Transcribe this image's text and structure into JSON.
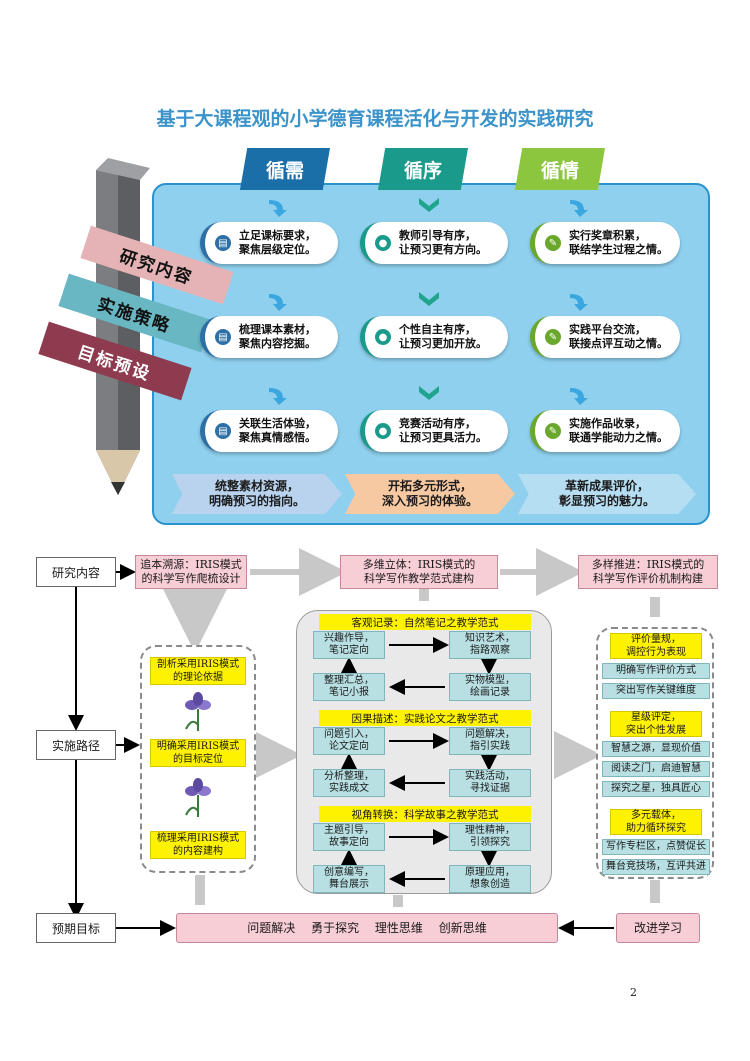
{
  "title": "基于大课程观的小学德育课程活化与开发的实践研究",
  "infographic": {
    "headers": [
      "循需",
      "循序",
      "循情"
    ],
    "pencil_tags": [
      "研究内容",
      "实施策略",
      "目标预设"
    ],
    "col1": [
      "立足课标要求，\n聚焦层级定位。",
      "梳理课本素材，\n聚焦内容挖掘。",
      "关联生活体验，\n聚焦真情感悟。"
    ],
    "col2": [
      "教师引导有序，\n让预习更有方向。",
      "个性自主有序，\n让预习更加开放。",
      "竞赛活动有序，\n让预习更具活力。"
    ],
    "col3": [
      "实行奖章积累，\n联结学生过程之情。",
      "实践平台交流，\n联接点评互动之情。",
      "实施作品收录，\n联通学能动力之情。"
    ],
    "ribbons": [
      "统整素材资源，\n明确预习的指向。",
      "开拓多元形式，\n深入预习的体验。",
      "革新成果评价，\n彰显预习的魅力。"
    ]
  },
  "flow": {
    "labels": [
      "研究内容",
      "实施路径",
      "预期目标"
    ],
    "top_boxes": [
      "追本溯源：IRIS模式\n的科学写作爬梳设计",
      "多维立体：IRIS模式的\n科学写作教学范式建构",
      "多样推进：IRIS模式的\n科学写作评价机制构建"
    ],
    "left_boxes": [
      "剖析采用IRIS模式\n的理论依据",
      "明确采用IRIS模式\n的目标定位",
      "梳理采用IRIS模式\n的内容建构"
    ],
    "center": [
      {
        "header": "客观记录：自然笔记之教学范式",
        "items": [
          "兴趣作导，\n笔记定向",
          "知识艺术，\n指路观察",
          "整理汇总，\n笔记小报",
          "实物模型，\n绘画记录"
        ]
      },
      {
        "header": "因果描述：实践论文之教学范式",
        "items": [
          "问题引入，\n论文定向",
          "问题解决，\n指引实践",
          "分析整理，\n实践成文",
          "实践活动，\n寻找证据"
        ]
      },
      {
        "header": "视角转换：科学故事之教学范式",
        "items": [
          "主题引导，\n故事定向",
          "理性精神，\n引领探究",
          "创意编写，\n舞台展示",
          "原理应用，\n想象创造"
        ]
      }
    ],
    "right_groups": [
      {
        "header": "评价量规，\n调控行为表现",
        "items": [
          "明确写作评价方式",
          "突出写作关键维度"
        ]
      },
      {
        "header": "星级评定，\n突出个性发展",
        "items": [
          "智慧之源，显现价值",
          "阅读之门，启迪智慧",
          "探究之星，独具匠心"
        ]
      },
      {
        "header": "多元载体，\n助力循环探究",
        "items": [
          "写作专栏区，点赞促长",
          "舞台竞技场，互评共进"
        ]
      }
    ],
    "bottom_bar": "问题解决　 勇于探究　 理性思维　 创新思维",
    "improve": "改进学习"
  },
  "page_number": "2",
  "colors": {
    "title": "#3b93c9",
    "panel": "#8fd0ee",
    "pink": "#f7cdd6",
    "yellow": "#fff200",
    "teal": "#b8e0e3"
  }
}
